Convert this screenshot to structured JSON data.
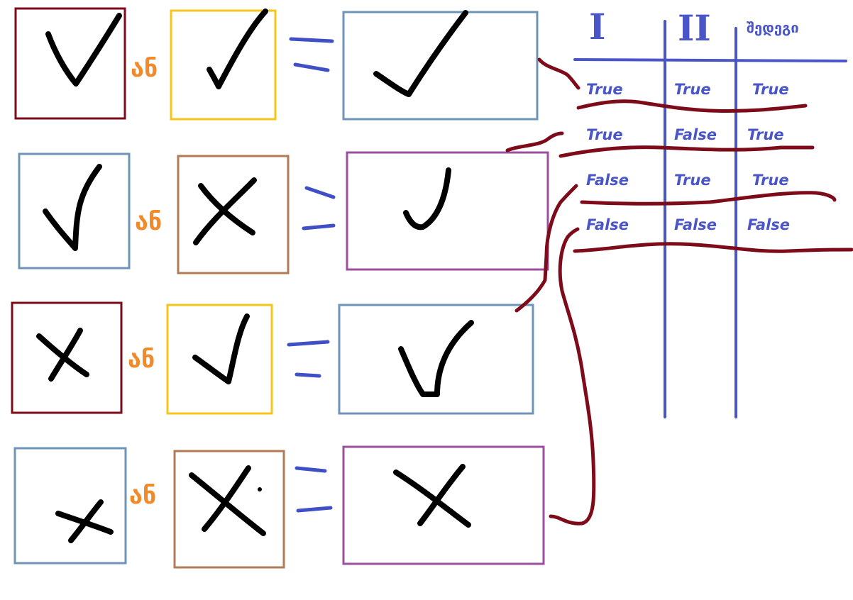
{
  "operator_label": "ან",
  "rows": [
    {
      "a": "check",
      "b": "check",
      "result": "check"
    },
    {
      "a": "check",
      "b": "cross",
      "result": "check"
    },
    {
      "a": "cross",
      "b": "check",
      "result": "check"
    },
    {
      "a": "cross",
      "b": "cross",
      "result": "cross"
    }
  ],
  "truth_table": {
    "headers": [
      "I",
      "II",
      "შედეგი"
    ],
    "rows": [
      [
        "True",
        "True",
        "True"
      ],
      [
        "True",
        "False",
        "True"
      ],
      [
        "False",
        "True",
        "True"
      ],
      [
        "False",
        "False",
        "False"
      ]
    ]
  },
  "colors": {
    "dark_red": "#7e0b1a",
    "gold": "#f5c518",
    "steel_blue": "#6f94ba",
    "brown": "#b07b55",
    "purple": "#9b4f9e",
    "orange": "#f08a2a",
    "table_blue": "#4a55c8",
    "ink": "#000000"
  }
}
